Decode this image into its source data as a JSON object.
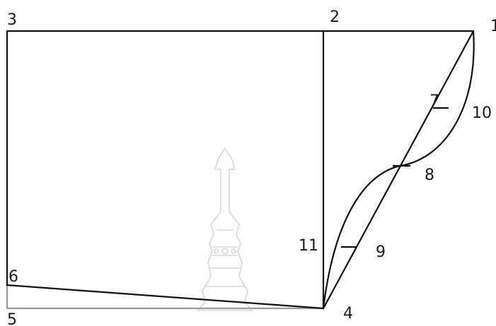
{
  "diagram": {
    "labels": {
      "p1": "1",
      "p2": "2",
      "p3": "3",
      "p4": "4",
      "p5": "5",
      "p6": "6",
      "p7": "7",
      "p8": "8",
      "p9": "9",
      "p10": "10",
      "p11": "11"
    },
    "colors": {
      "line": "#111111",
      "hem_line": "#9a9a9a",
      "watermark": "#d6d6d6",
      "background": "#ffffff"
    }
  }
}
